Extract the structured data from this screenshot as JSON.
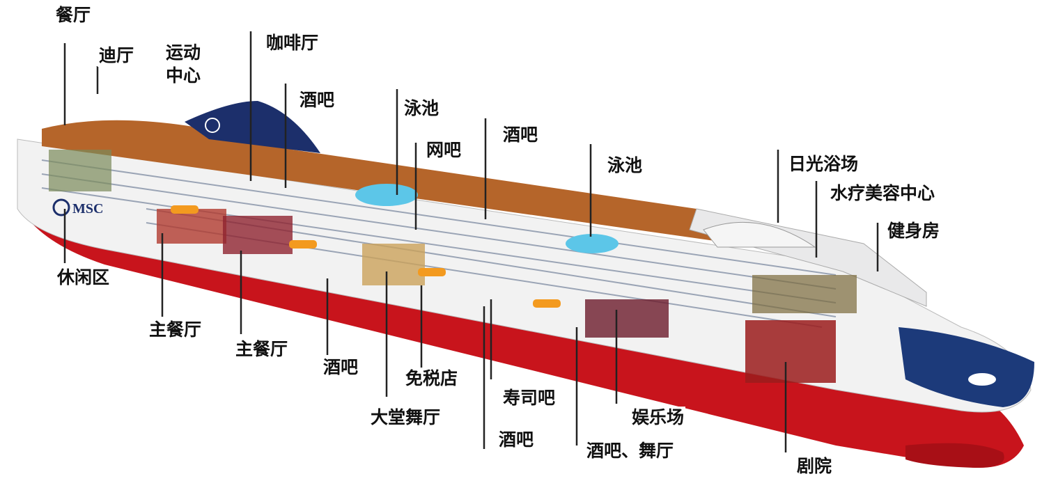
{
  "labels": {
    "restaurant": "餐厅",
    "disco": "迪厅",
    "sports_center_1": "运动",
    "sports_center_2": "中心",
    "cafe": "咖啡厅",
    "bar_top": "酒吧",
    "pool_1": "泳池",
    "internet_bar": "网吧",
    "bar_mid": "酒吧",
    "pool_2": "泳池",
    "sun_deck": "日光浴场",
    "spa": "水疗美容中心",
    "gym": "健身房",
    "lounge": "休闲区",
    "main_dining_1": "主餐厅",
    "main_dining_2": "主餐厅",
    "bar_lower": "酒吧",
    "duty_free": "免税店",
    "lobby_ballroom": "大堂舞厅",
    "sushi_bar": "寿司吧",
    "bar_bottom": "酒吧",
    "casino": "娱乐场",
    "bar_dance": "酒吧、舞厅",
    "theater": "剧院"
  },
  "ship": {
    "brand": "MSC"
  },
  "colors": {
    "hull_white": "#f4f4f4",
    "hull_red": "#c8141c",
    "deck_wood": "#b5652a",
    "funnel_navy": "#1c2f6b",
    "pool_blue": "#5cc6e8"
  }
}
